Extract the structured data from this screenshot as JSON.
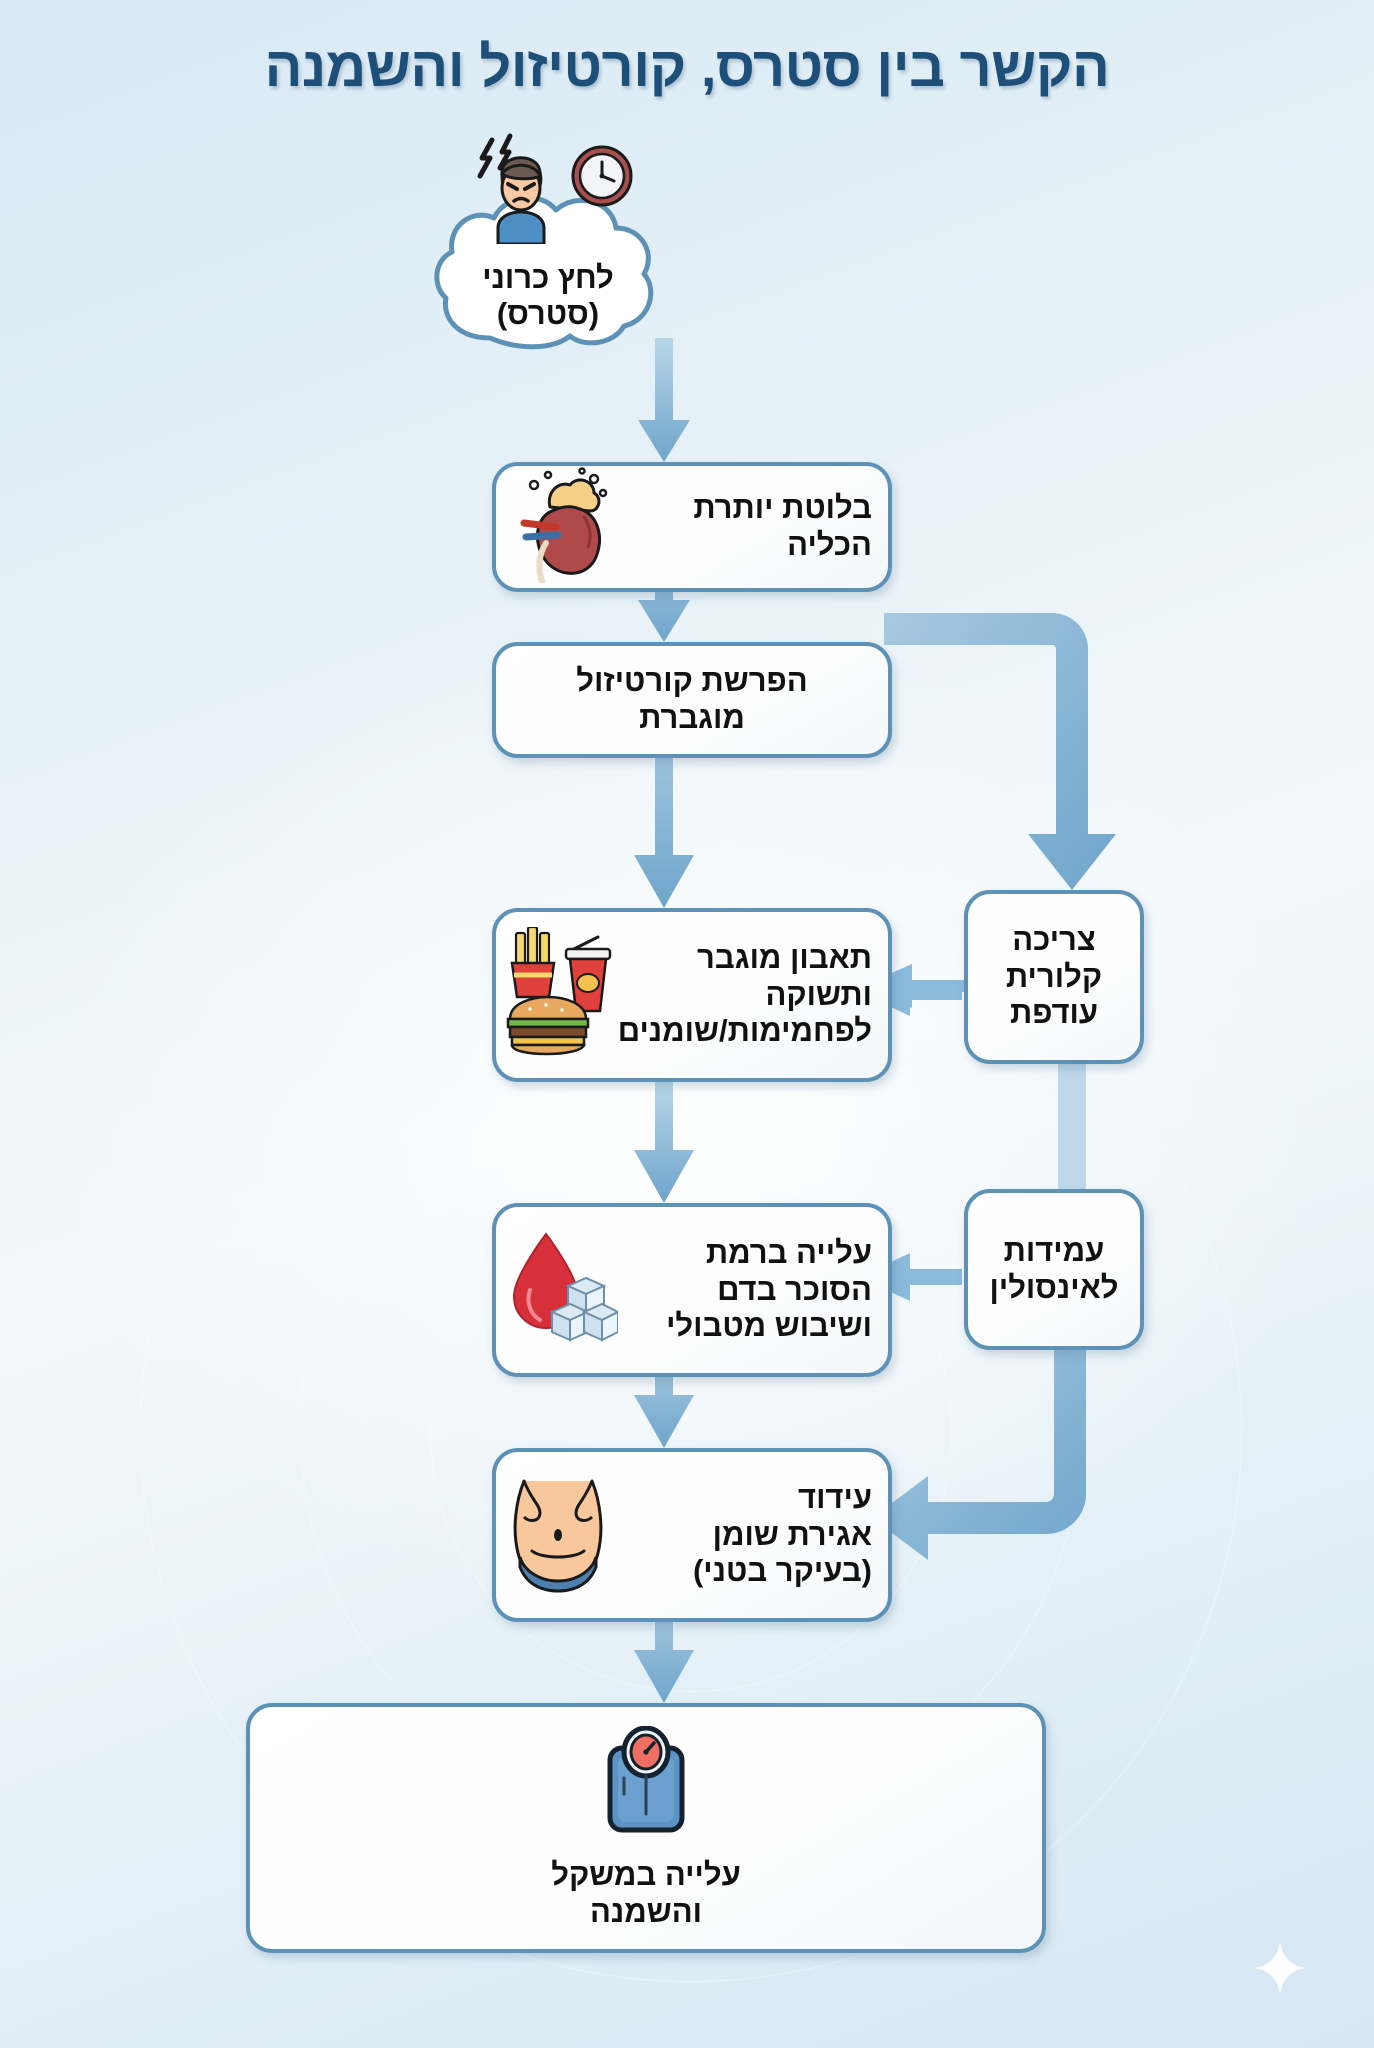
{
  "page": {
    "title": "הקשר בין סטרס, קורטיזול והשמנה",
    "direction": "rtl",
    "language": "he"
  },
  "colors": {
    "background_top": "#d8e9f4",
    "background_mid": "#f2f8fb",
    "background_bottom": "#d6e7f3",
    "title_text": "#1d4f78",
    "node_border": "#5d91b5",
    "node_fill": "#ffffff",
    "arrow_fill": "#6fa5cb",
    "arrow_fill_light": "#9cc4dd",
    "body_text": "#111111",
    "sparkle": "#ffffff"
  },
  "chart_data": {
    "type": "flowchart",
    "title": "הקשר בין סטרס, קורטיזול והשמנה",
    "orientation": "top-to-bottom, right-hand feedback branch",
    "nodes": [
      {
        "id": "stress",
        "label": "לחץ כרוני\n(סטרס)",
        "shape": "cloud",
        "icon": "stressed-person-with-clock-icon",
        "column": "main"
      },
      {
        "id": "adrenal",
        "label": "בלוטת יותרת\nהכליה",
        "shape": "rounded-rect",
        "icon": "kidney-adrenal-gland-icon",
        "column": "main"
      },
      {
        "id": "cortisol",
        "label": "הפרשת קורטיזול\nמוגברת",
        "shape": "rounded-rect",
        "icon": "none",
        "column": "main"
      },
      {
        "id": "appetite",
        "label": "תאבון מוגבר\nותשוקה\nלפחמימות/שומנים",
        "shape": "rounded-rect",
        "icon": "fast-food-icon",
        "column": "main"
      },
      {
        "id": "calories",
        "label": "צריכה\nקלורית\nעודפת",
        "shape": "rounded-rect",
        "icon": "none",
        "column": "side"
      },
      {
        "id": "bloodsugar",
        "label": "עלייה ברמת\nהסוכר בדם\nושיבוש מטבולי",
        "shape": "rounded-rect",
        "icon": "blood-drop-sugar-cubes-icon",
        "column": "main"
      },
      {
        "id": "insulin",
        "label": "עמידות\nלאינסולין",
        "shape": "rounded-rect",
        "icon": "none",
        "column": "side"
      },
      {
        "id": "fatstorage",
        "label": "עידוד\nאגירת שומן\n(בעיקר בטני)",
        "shape": "rounded-rect",
        "icon": "belly-fat-icon",
        "column": "main"
      },
      {
        "id": "weightgain",
        "label": "עלייה במשקל\nוהשמנה",
        "shape": "rounded-rect",
        "icon": "bathroom-scale-icon",
        "column": "main"
      }
    ],
    "edges": [
      {
        "from": "stress",
        "to": "adrenal",
        "style": "down-arrow"
      },
      {
        "from": "adrenal",
        "to": "cortisol",
        "style": "down-arrow"
      },
      {
        "from": "cortisol",
        "to": "appetite",
        "style": "down-arrow"
      },
      {
        "from": "cortisol",
        "to": "calories",
        "style": "elbow-right-then-down-arrow"
      },
      {
        "from": "calories",
        "to": "appetite",
        "style": "left-arrow"
      },
      {
        "from": "calories",
        "to": "insulin",
        "style": "down-line"
      },
      {
        "from": "appetite",
        "to": "bloodsugar",
        "style": "down-arrow"
      },
      {
        "from": "insulin",
        "to": "bloodsugar",
        "style": "left-arrow"
      },
      {
        "from": "insulin",
        "to": "fatstorage",
        "style": "down-then-elbow-left-arrow"
      },
      {
        "from": "bloodsugar",
        "to": "fatstorage",
        "style": "down-arrow"
      },
      {
        "from": "fatstorage",
        "to": "weightgain",
        "style": "down-arrow"
      }
    ]
  },
  "nodes": {
    "stress": {
      "label": "לחץ כרוני\n(סטרס)"
    },
    "adrenal": {
      "label": "בלוטת יותרת\nהכליה"
    },
    "cortisol": {
      "label": "הפרשת קורטיזול\nמוגברת"
    },
    "appetite": {
      "label": "תאבון מוגבר\nותשוקה\nלפחמימות/שומנים"
    },
    "calories": {
      "label": "צריכה\nקלורית\nעודפת"
    },
    "bloodsugar": {
      "label": "עלייה ברמת\nהסוכר בדם\nושיבוש מטבולי"
    },
    "insulin": {
      "label": "עמידות\nלאינסולין"
    },
    "fatstorage": {
      "label": "עידוד\nאגירת שומן\n(בעיקר בטני)"
    },
    "weightgain": {
      "label": "עלייה במשקל\nוהשמנה"
    }
  },
  "icons": {
    "stress": "stressed-person-with-clock-icon",
    "adrenal": "kidney-adrenal-gland-icon",
    "appetite": "fast-food-icon",
    "bloodsugar": "blood-drop-sugar-cubes-icon",
    "fatstorage": "belly-fat-icon",
    "weightgain": "bathroom-scale-icon",
    "decoration": "sparkle-icon"
  }
}
